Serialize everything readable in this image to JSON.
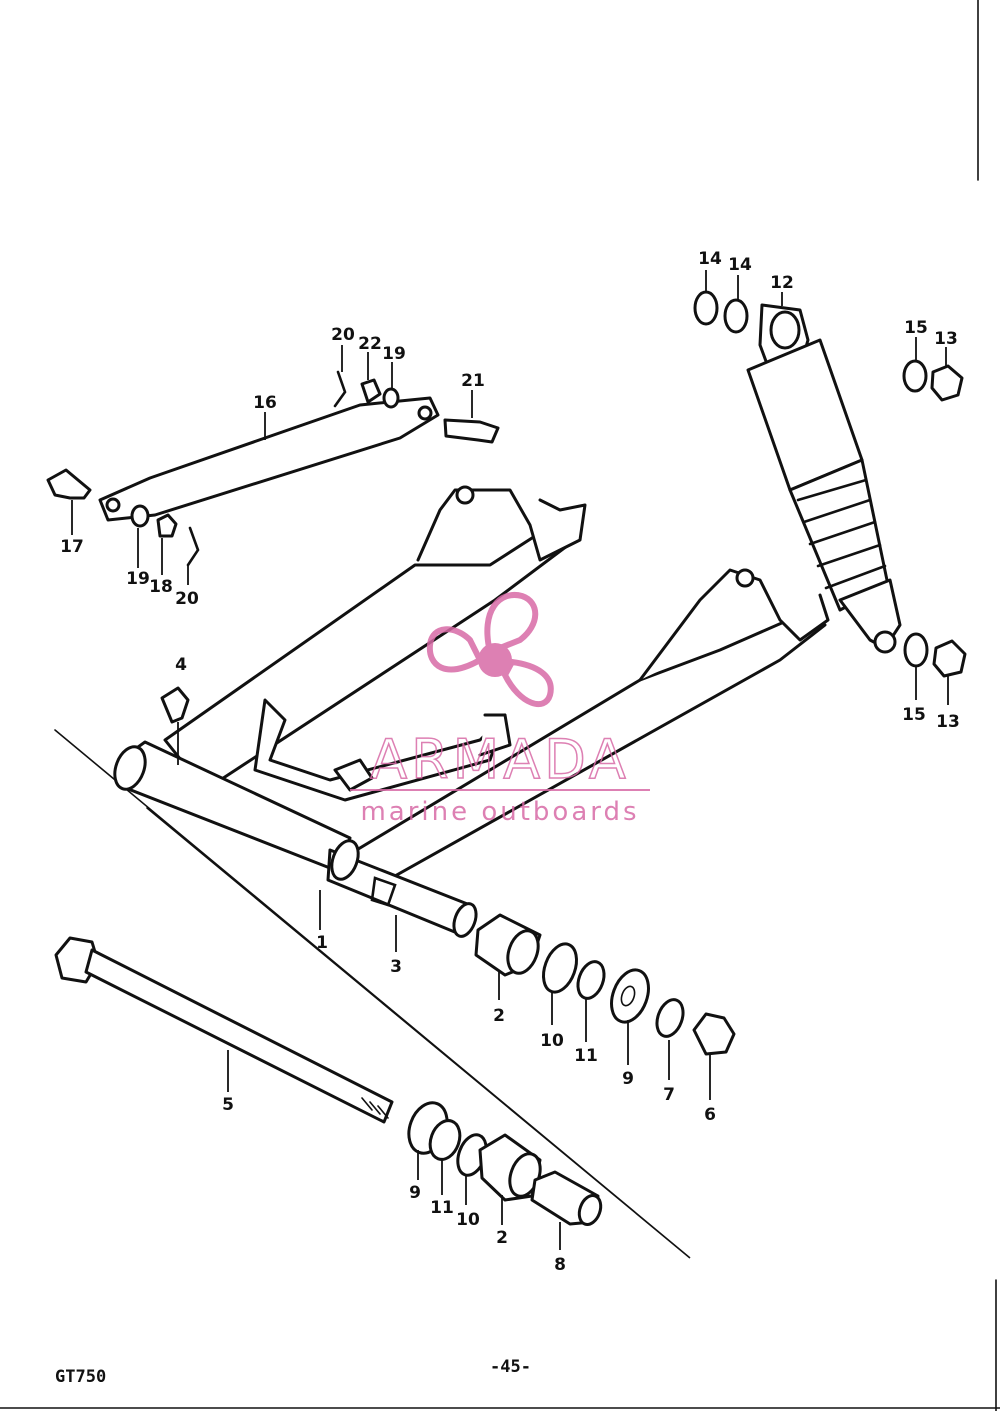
{
  "callouts": {
    "c1": "1",
    "c2a": "2",
    "c2b": "2",
    "c3": "3",
    "c4": "4",
    "c5": "5",
    "c6": "6",
    "c7": "7",
    "c8": "8",
    "c9a": "9",
    "c9b": "9",
    "c10a": "10",
    "c10b": "10",
    "c11a": "11",
    "c11b": "11",
    "c12": "12",
    "c13a": "13",
    "c13b": "13",
    "c14a": "14",
    "c14b": "14",
    "c15a": "15",
    "c15b": "15",
    "c16": "16",
    "c17": "17",
    "c18": "18",
    "c19a": "19",
    "c19b": "19",
    "c20a": "20",
    "c20b": "20",
    "c21": "21",
    "c22": "22"
  },
  "footer": {
    "model_code": "GT750",
    "page_number": "-45-"
  },
  "watermark": {
    "brand": "ARMADA",
    "tagline": "marine outboards",
    "color": "#d86aa6"
  }
}
